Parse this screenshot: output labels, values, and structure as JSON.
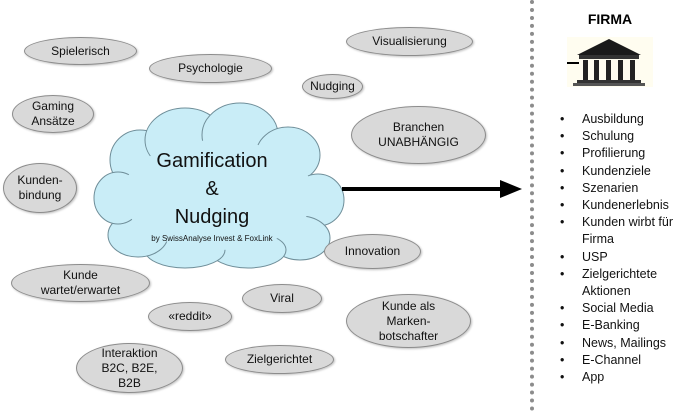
{
  "topics": [
    {
      "key": "spielerisch",
      "text": "Spielerisch"
    },
    {
      "key": "visualisierung",
      "text": "Visualisierung"
    },
    {
      "key": "psychologie",
      "text": "Psychologie"
    },
    {
      "key": "nudging",
      "text": "Nudging"
    },
    {
      "key": "gaming",
      "text": "Gaming\nAnsätze"
    },
    {
      "key": "branchen",
      "text": "Branchen\nUNABHÄNGIG"
    },
    {
      "key": "kundenbindung",
      "text": "Kunden-\nbindung"
    },
    {
      "key": "innovation",
      "text": "Innovation"
    },
    {
      "key": "kunde-wartet",
      "text": "Kunde\nwartet/erwartet"
    },
    {
      "key": "viral",
      "text": "Viral"
    },
    {
      "key": "reddit",
      "text": "«reddit»"
    },
    {
      "key": "kunde-marken",
      "text": "Kunde als\nMarken-\nbotschafter"
    },
    {
      "key": "interaktion",
      "text": "Interaktion\nB2C, B2E,\nB2B"
    },
    {
      "key": "zielgerichtet",
      "text": "Zielgerichtet"
    }
  ],
  "cloud": {
    "title": "Gamification\n&\nNudging",
    "subtitle": "by SwissAnalyse Invest & FoxLink"
  },
  "firma": {
    "title": "FIRMA",
    "icon": "bank-building-icon",
    "items": [
      "Ausbildung",
      "Schulung",
      "Profilierung",
      "Kundenziele",
      "Szenarien",
      "Kundenerlebnis",
      "Kunden wirbt für Firma",
      "USP",
      "Zielgerichtete Aktionen",
      "Social Media",
      "E-Banking",
      "News, Mailings",
      "E-Channel",
      "App"
    ]
  },
  "colors": {
    "cloud_fill": "#c9edf7",
    "oval_fill": "#d9d9d9",
    "arrow": "#000000"
  }
}
